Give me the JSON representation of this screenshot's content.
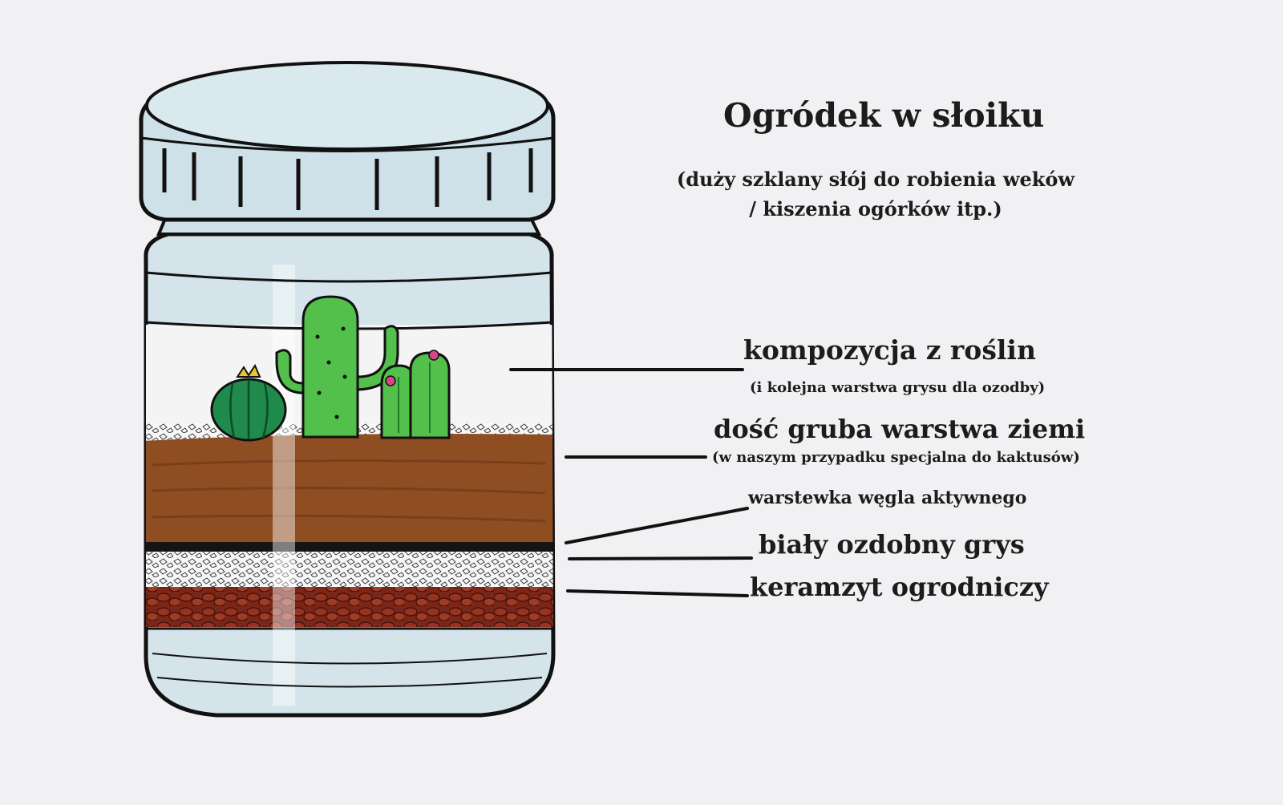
{
  "title": "Ogródek w słoiku",
  "subtitle": "(duży szklany słój do robienia weków / kiszenia ogórków itp.)",
  "labels": {
    "plants": "kompozycja z roślin",
    "plants_note": "(i kolejna warstwa grysu dla ozodby)",
    "soil": "dość gruba warstwa ziemi",
    "soil_note": "(w naszym przypadku specjalna do kaktusów)",
    "charcoal": "warstewka węgla aktywnego",
    "gravel": "biały ozdobny grys",
    "clay": "keramzyt ogrodniczy"
  },
  "colors": {
    "background": "#f1f1f3",
    "glass": "#d4e4ea",
    "lid": "#cfe1e8",
    "soil": "#8e4e22",
    "clay": "#7a2618",
    "cactus": "#53c04b",
    "cactus_dark": "#1f8a4c",
    "flower": "#d8448c"
  }
}
